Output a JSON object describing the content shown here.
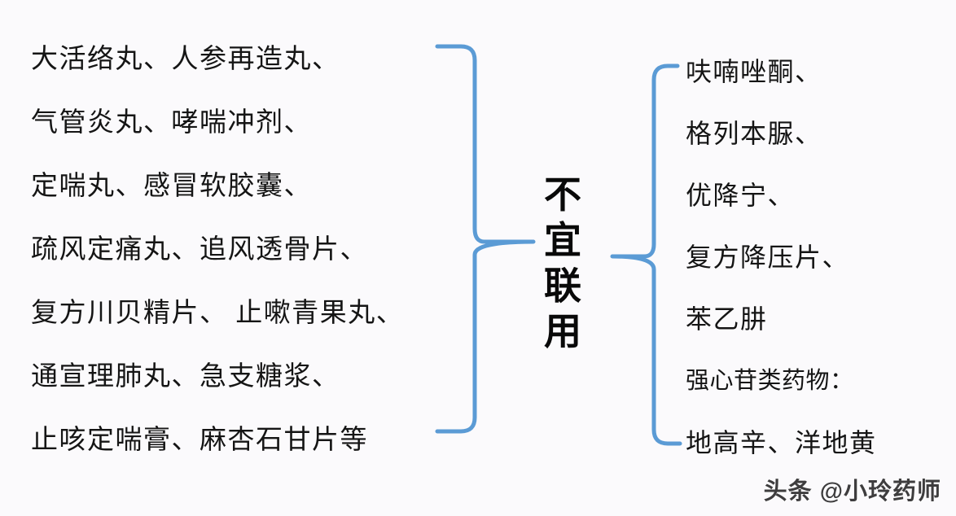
{
  "diagram": {
    "center": {
      "text": "不宜联用",
      "chars": [
        "不",
        "宜",
        "联",
        "用"
      ]
    },
    "accent_color": "#5b9bd5",
    "text_color": "#151515",
    "background_color": "#fbfafc",
    "left_branch": {
      "lines": [
        "大活络丸、人参再造丸、",
        "气管炎丸、哮喘冲剂、",
        "定喘丸、感冒软胶囊、",
        "疏风定痛丸、追风透骨片、",
        "复方川贝精片、 止嗽青果丸、",
        "通宣理肺丸、急支糖浆、",
        "止咳定喘膏、麻杏石甘片等"
      ]
    },
    "right_branch": {
      "lines": [
        {
          "text": "呋喃唑酮、",
          "small": false
        },
        {
          "text": "格列本脲、",
          "small": false
        },
        {
          "text": "优降宁、",
          "small": false
        },
        {
          "text": "复方降压片、",
          "small": false
        },
        {
          "text": "苯乙肼",
          "small": false
        },
        {
          "text": "强心苷类药物：",
          "small": true
        },
        {
          "text": "地高辛、洋地黄",
          "small": false
        }
      ]
    }
  },
  "watermark": {
    "text": "头条 @小玲药师"
  }
}
